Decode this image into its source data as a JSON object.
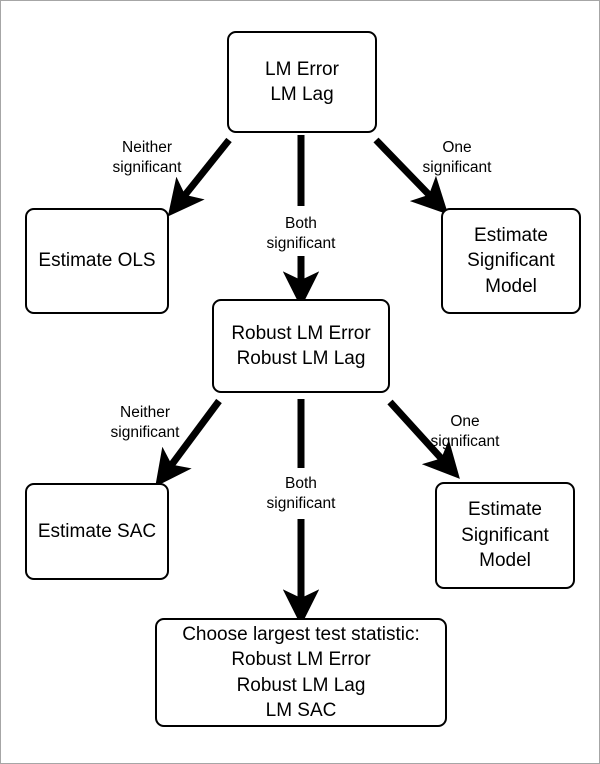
{
  "diagram": {
    "title": "Spatial model selection decision flowchart",
    "colors": {
      "stroke": "#000000",
      "fill": "#ffffff",
      "frame": "#a6a6a6"
    },
    "nodes": {
      "lm_tests": {
        "lines": [
          "LM Error",
          "LM Lag"
        ]
      },
      "estimate_ols": {
        "lines": [
          "Estimate OLS"
        ]
      },
      "estimate_significant_model_1": {
        "lines": [
          "Estimate",
          "Significant",
          "Model"
        ]
      },
      "robust_lm_tests": {
        "lines": [
          "Robust LM Error",
          "Robust LM Lag"
        ]
      },
      "estimate_sac": {
        "lines": [
          "Estimate SAC"
        ]
      },
      "estimate_significant_model_2": {
        "lines": [
          "Estimate",
          "Significant",
          "Model"
        ]
      },
      "choose_largest": {
        "lines": [
          "Choose largest test statistic:",
          "Robust LM Error",
          "Robust LM Lag",
          "LM SAC"
        ]
      }
    },
    "edges": {
      "neither_1": {
        "lines": [
          "Neither",
          "significant"
        ]
      },
      "one_1": {
        "lines": [
          "One",
          "significant"
        ]
      },
      "both_1": {
        "lines": [
          "Both",
          "significant"
        ]
      },
      "neither_2": {
        "lines": [
          "Neither",
          "significant"
        ]
      },
      "one_2": {
        "lines": [
          "One",
          "significant"
        ]
      },
      "both_2": {
        "lines": [
          "Both",
          "significant"
        ]
      }
    }
  }
}
